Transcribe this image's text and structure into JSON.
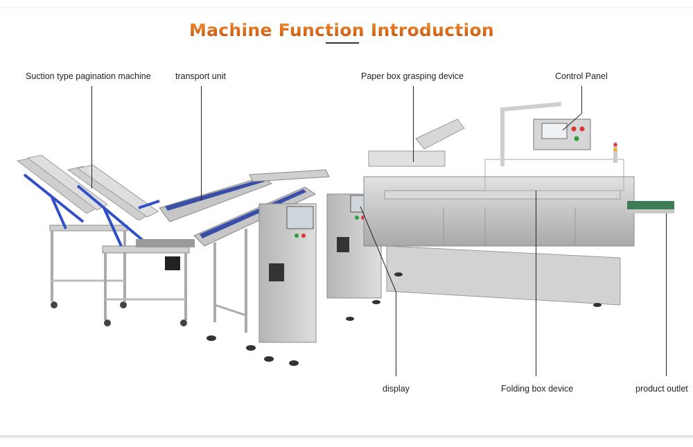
{
  "title": "Machine Function Introduction",
  "colors": {
    "title_gradient_top": "#f08a2a",
    "title_gradient_bottom": "#c4520b",
    "frame_blue": "#2f4fc8",
    "steel": "#c9c9c9",
    "steel_dark": "#8d8d8d",
    "belt_blue": "#3a4ea8"
  },
  "labels": {
    "suction": "Suction type pagination machine",
    "transport": "transport unit",
    "grasping": "Paper box grasping device",
    "control": "Control Panel",
    "display": "display",
    "folding": "Folding box device",
    "outlet": "product outlet"
  }
}
